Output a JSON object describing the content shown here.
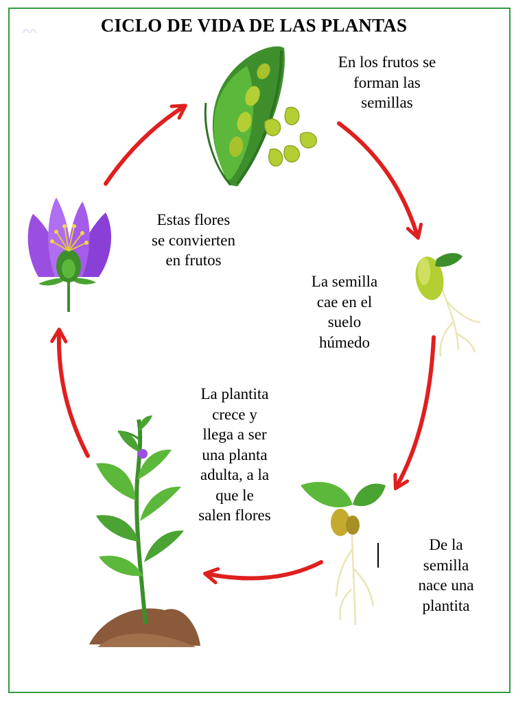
{
  "title": "CICLO DE VIDA DE LAS PLANTAS",
  "stages": {
    "fruits": "En los frutos se\nforman las\nsemillas",
    "seed": "La semilla\ncae en el\nsuelo\nhúmedo",
    "sprout": "De la\nsemilla\nnace una\nplantita",
    "adult": "La plantita\ncrece y\nllega a ser\nuna planta\nadulta, a la\nque le\nsalen flores",
    "flowers": "Estas flores\nse convierten\nen frutos"
  },
  "colors": {
    "frame": "#2e9b3e",
    "arrow": "#e01f1f",
    "leaf": "#5cb83a",
    "leaf_dark": "#3d8f2a",
    "seed": "#b4cf33",
    "flower": "#9b4fe0",
    "soil": "#8a5a3b",
    "root": "#e9e5b5"
  },
  "icons": [
    "pea-pod-icon",
    "seeds-icon",
    "germinating-seed-icon",
    "seedling-icon",
    "adult-plant-icon",
    "flower-icon",
    "cycle-arrow-icon"
  ]
}
